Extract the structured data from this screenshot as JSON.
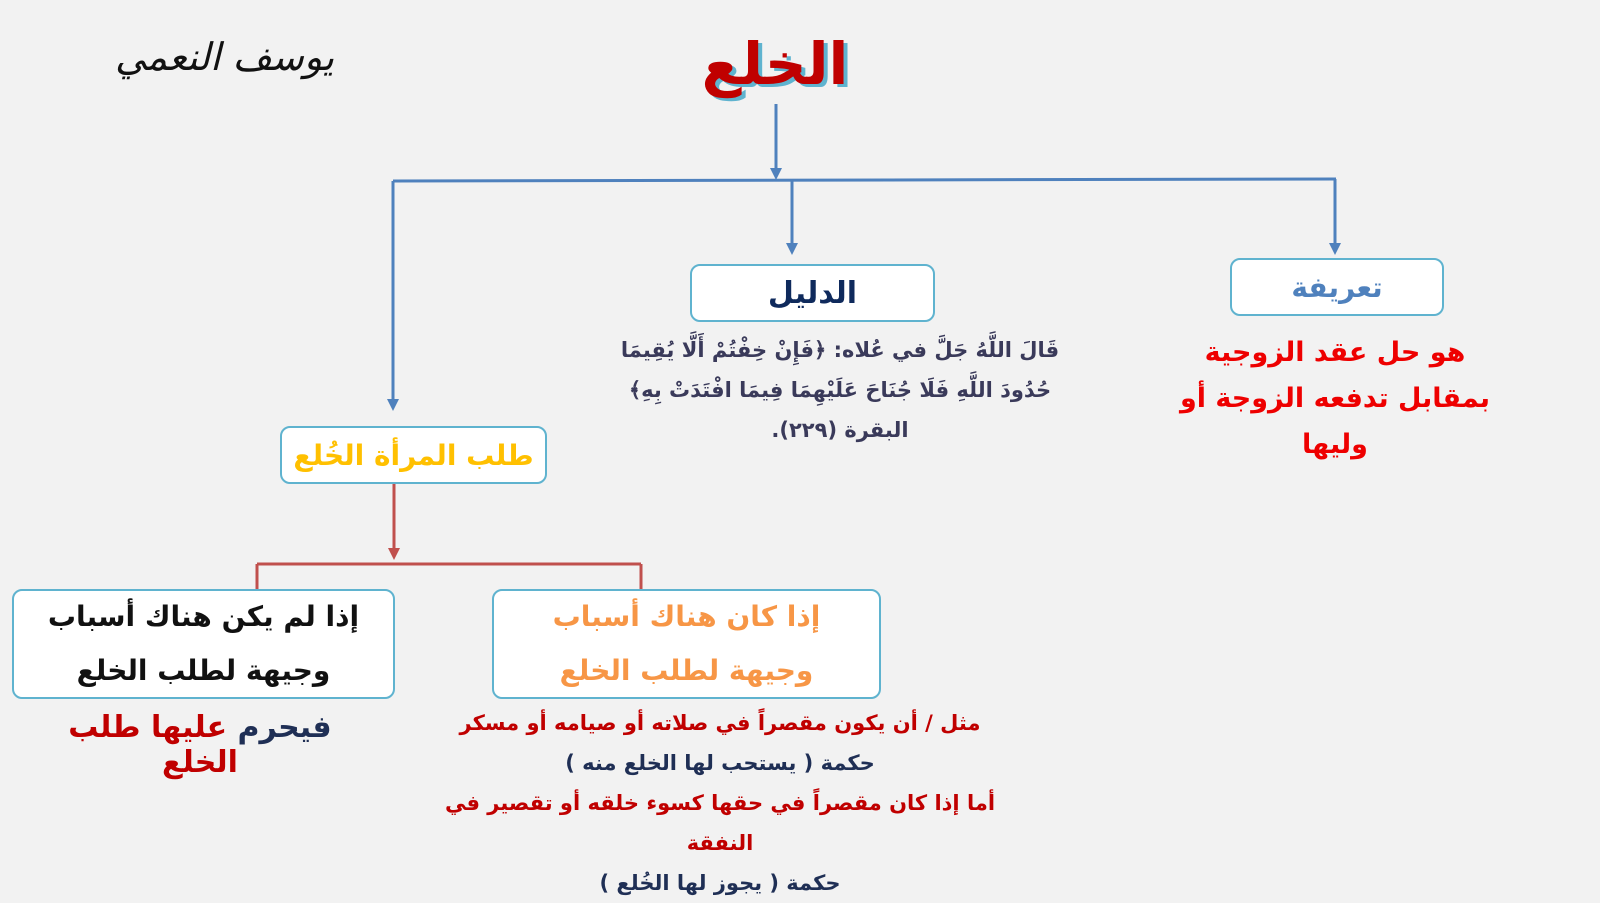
{
  "signature": "يوسف النعمي",
  "title": "الخلع",
  "definition": {
    "label": "تعريفة",
    "text": "هو حل عقد الزوجية بمقابل تدفعه الزوجة أو وليها"
  },
  "evidence": {
    "label": "الدليل",
    "quote_intro": "قَالَ اللَّهُ جَلَّ في عُلاه:",
    "quote": "﴿فَإِنْ خِفْتُمْ أَلَّا يُقِيمَا حُدُودَ اللَّهِ فَلَا جُنَاحَ عَلَيْهِمَا فِيمَا افْتَدَتْ بِهِ﴾",
    "reference": "البقرة (٢٢٩)."
  },
  "request": {
    "label": "طلب المرأة الخُلع"
  },
  "with_reasons": {
    "label": "إذا كان هناك أسباب وجيهة لطلب الخلع",
    "example": "مثل / أن يكون مقصراً في صلاته أو صيامه أو مسكر",
    "ruling1": "حكمة ( يستحب لها الخلع منه )",
    "example2": "أما إذا كان مقصراً في حقها كسوء خلقه أو تقصير في النفقة",
    "ruling2": "حكمة ( يجوز لها الخُلع )"
  },
  "without_reasons": {
    "label": "إذا لم يكن هناك أسباب وجيهة لطلب الخلع",
    "ruling_prefix": "فيحرم",
    "ruling_rest": "عليها طلب الخلع"
  },
  "colors": {
    "blue": "#4f81bd",
    "red": "#c0504d",
    "title": "#c00000",
    "orange": "#f79646",
    "gold": "#ffc000"
  }
}
